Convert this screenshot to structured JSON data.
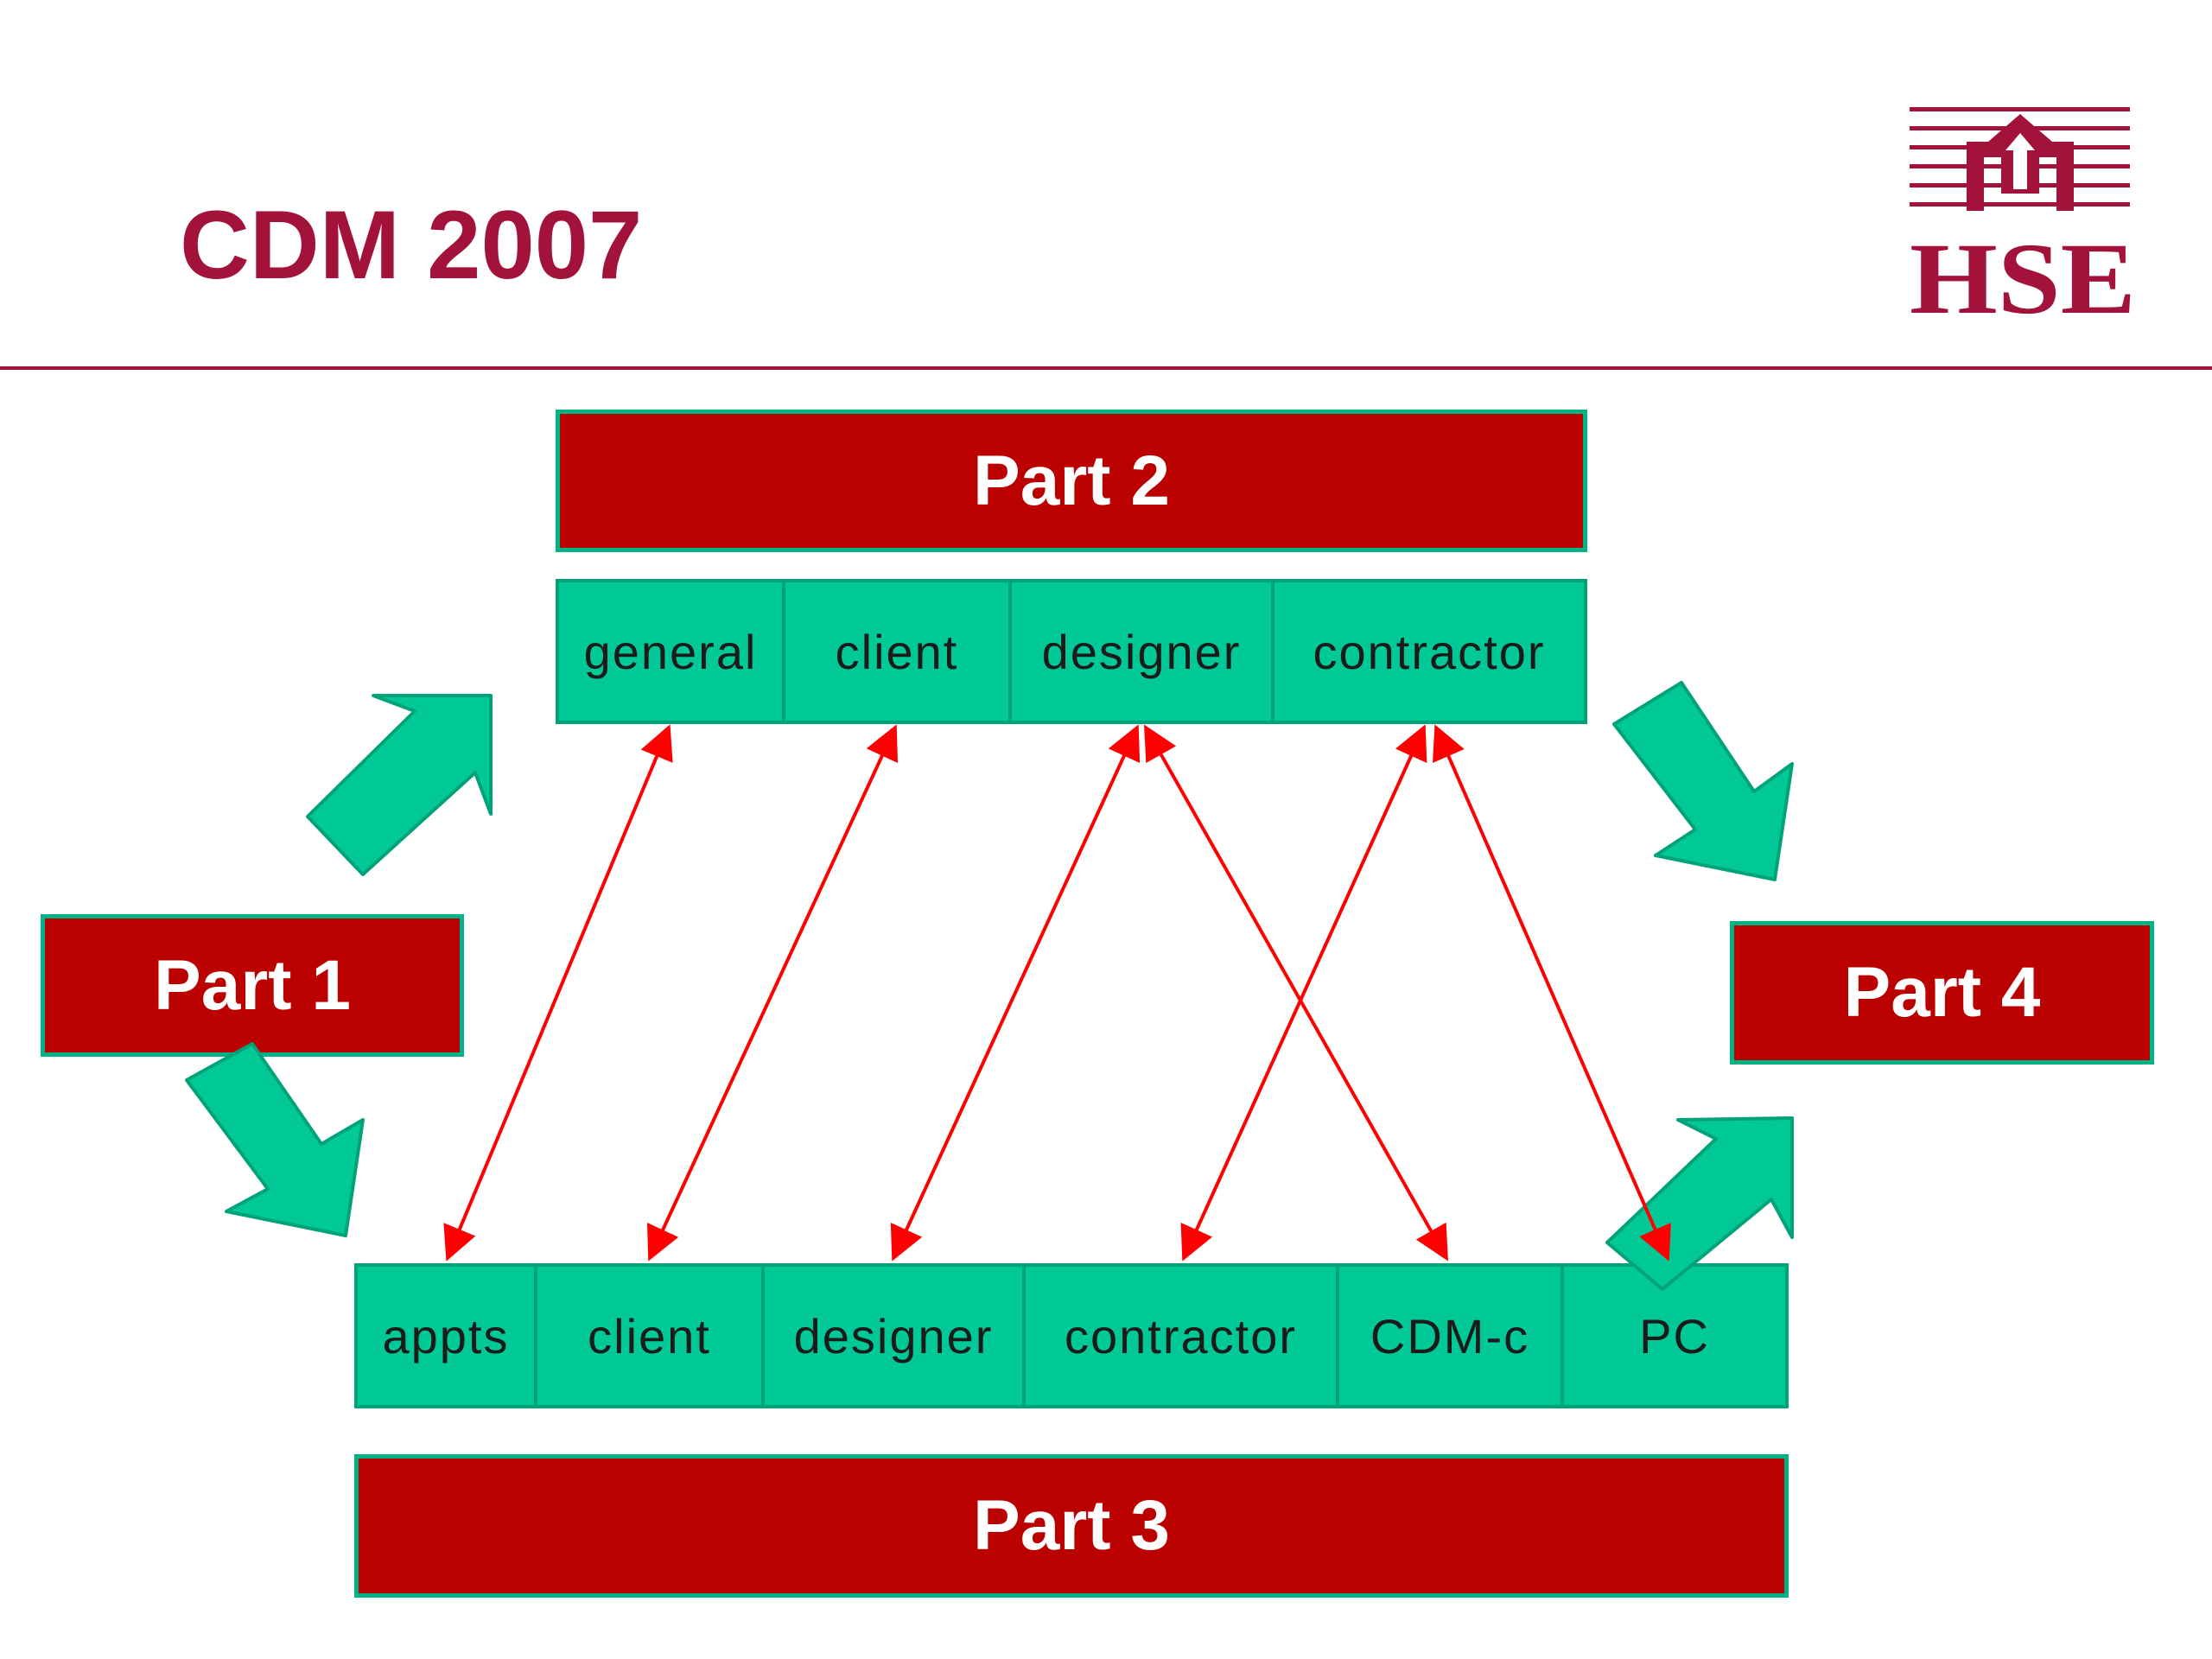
{
  "slide": {
    "title": "CDM 2007",
    "logo_text": "HSE"
  },
  "parts": {
    "part1": "Part 1",
    "part2": "Part 2",
    "part3": "Part 3",
    "part4": "Part 4"
  },
  "part2_sections": [
    "general",
    "client",
    "designer",
    "contractor"
  ],
  "part3_sections": [
    "appts",
    "client",
    "designer",
    "contractor",
    "CDM-c",
    "PC"
  ],
  "links": [
    {
      "from": "general",
      "to": "appts"
    },
    {
      "from": "client",
      "to": "client"
    },
    {
      "from": "designer",
      "to": "designer"
    },
    {
      "from": "designer",
      "to": "CDM-c"
    },
    {
      "from": "contractor",
      "to": "contractor"
    },
    {
      "from": "contractor",
      "to": "PC"
    }
  ],
  "colors": {
    "brand": "#a3123a",
    "part_box": "#bb0000",
    "section_box": "#00c896",
    "arrow_link": "#ff0000",
    "flow_arrow": "#00c896"
  }
}
